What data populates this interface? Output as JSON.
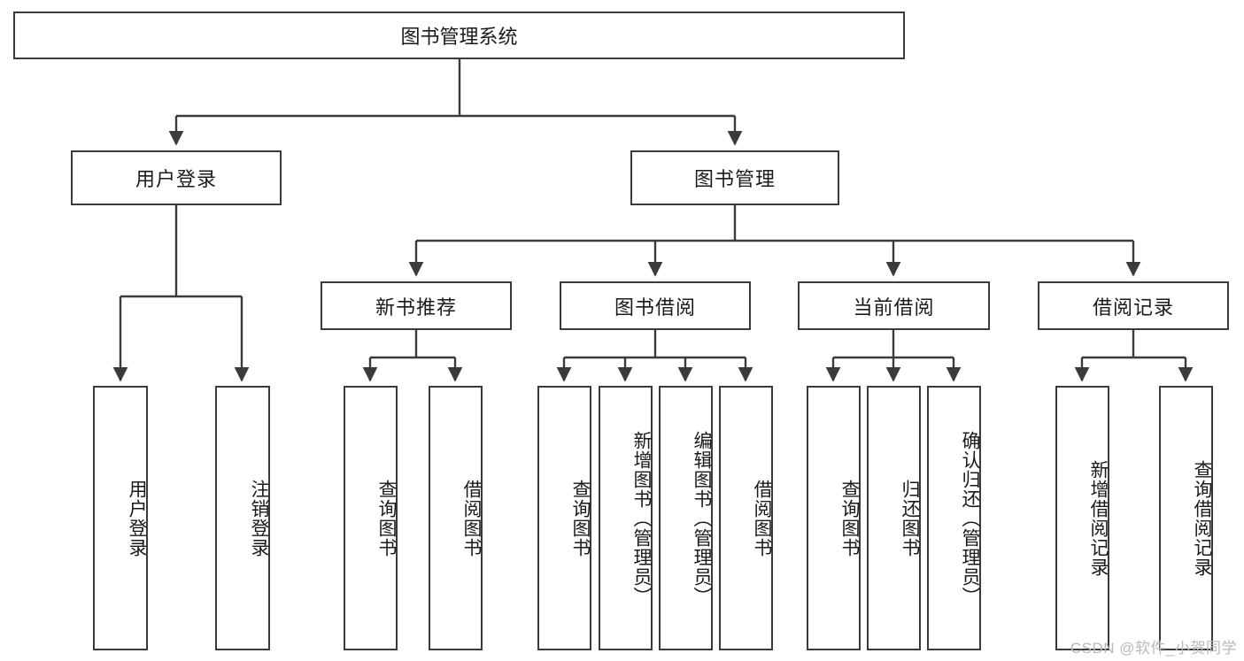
{
  "diagram": {
    "type": "tree-hierarchy-flowchart",
    "title": "图书管理系统",
    "stroke_color": "#3b3b3b",
    "fill_color": "#ffffff",
    "text_color": "#1a1a1a",
    "levels": [
      {
        "level": 1,
        "nodes": [
          {
            "id": "root",
            "label": "图书管理系统",
            "orientation": "horizontal"
          }
        ]
      },
      {
        "level": 2,
        "nodes": [
          {
            "id": "login",
            "label": "用户登录",
            "orientation": "horizontal",
            "parent": "root"
          },
          {
            "id": "bookmgmt",
            "label": "图书管理",
            "orientation": "horizontal",
            "parent": "root"
          }
        ]
      },
      {
        "level": 3,
        "nodes": [
          {
            "id": "newbook",
            "label": "新书推荐",
            "orientation": "horizontal",
            "parent": "bookmgmt"
          },
          {
            "id": "borrow",
            "label": "图书借阅",
            "orientation": "horizontal",
            "parent": "bookmgmt"
          },
          {
            "id": "current",
            "label": "当前借阅",
            "orientation": "horizontal",
            "parent": "bookmgmt"
          },
          {
            "id": "records",
            "label": "借阅记录",
            "orientation": "horizontal",
            "parent": "bookmgmt"
          }
        ]
      },
      {
        "level": 4,
        "nodes": [
          {
            "id": "leaf-user-login",
            "label": "用户登录",
            "orientation": "vertical",
            "parent": "login"
          },
          {
            "id": "leaf-user-logout",
            "label": "注销登录",
            "orientation": "vertical",
            "parent": "login"
          },
          {
            "id": "leaf-new-query",
            "label": "查询图书",
            "orientation": "vertical",
            "parent": "newbook"
          },
          {
            "id": "leaf-new-borrow",
            "label": "借阅图书",
            "orientation": "vertical",
            "parent": "newbook"
          },
          {
            "id": "leaf-borrow-query",
            "label": "查询图书",
            "orientation": "vertical",
            "parent": "borrow"
          },
          {
            "id": "leaf-borrow-add",
            "label": "新增图书（管理员）",
            "orientation": "vertical",
            "parent": "borrow"
          },
          {
            "id": "leaf-borrow-edit",
            "label": "编辑图书（管理员）",
            "orientation": "vertical",
            "parent": "borrow"
          },
          {
            "id": "leaf-borrow-lend",
            "label": "借阅图书",
            "orientation": "vertical",
            "parent": "borrow"
          },
          {
            "id": "leaf-cur-query",
            "label": "查询图书",
            "orientation": "vertical",
            "parent": "current"
          },
          {
            "id": "leaf-cur-return",
            "label": "归还图书",
            "orientation": "vertical",
            "parent": "current"
          },
          {
            "id": "leaf-cur-confirm",
            "label": "确认归还（管理员）",
            "orientation": "vertical",
            "parent": "current"
          },
          {
            "id": "leaf-rec-add",
            "label": "新增借阅记录",
            "orientation": "vertical",
            "parent": "records"
          },
          {
            "id": "leaf-rec-query",
            "label": "查询借阅记录",
            "orientation": "vertical",
            "parent": "records"
          }
        ]
      }
    ]
  },
  "watermark": {
    "text": "CSDN @软件_小贺同学"
  }
}
